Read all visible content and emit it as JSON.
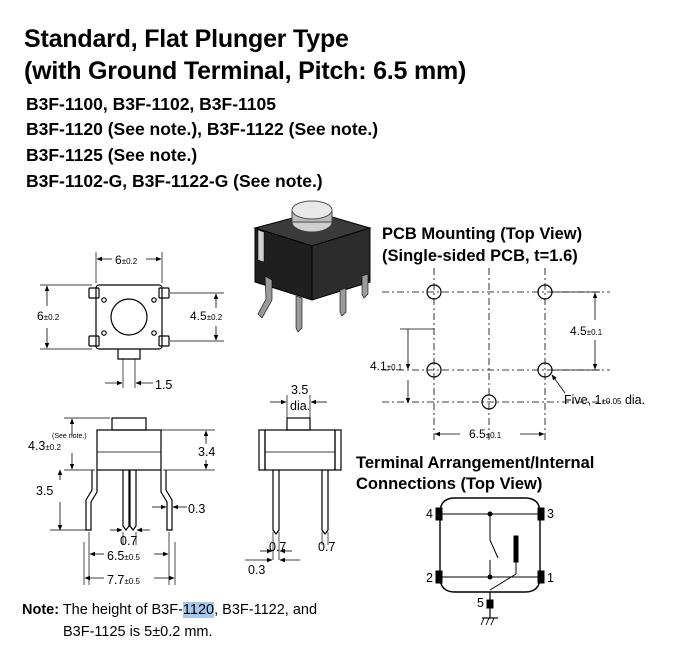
{
  "title": {
    "line1": "Standard, Flat Plunger Type",
    "line2": "(with Ground Terminal, Pitch: 6.5 mm)"
  },
  "models": [
    "B3F-1100, B3F-1102, B3F-1105",
    "B3F-1120 (See note.), B3F-1122 (See note.)",
    "B3F-1125 (See note.)",
    "B3F-1102-G, B3F-1122-G (See note.)"
  ],
  "dimensions": {
    "top_width": "6",
    "top_width_tol": "±0.2",
    "left_height": "6",
    "left_height_tol": "±0.2",
    "right_height": "4.5",
    "right_height_tol": "±0.2",
    "terminal_width": "1.5",
    "see_note": "(See note.)",
    "height": "4.3",
    "height_tol": "±0.2",
    "dim_34": "3.4",
    "dim_35": "3.5",
    "dim_03": "0.3",
    "dim_07": "0.7",
    "pitch": "6.5",
    "pitch_tol": "±0.5",
    "overall": "7.7",
    "overall_tol": "±0.5",
    "side_35": "3.5",
    "side_dia": "dia.",
    "side_07a": "0.7",
    "side_07b": "0.7",
    "side_03": "0.3"
  },
  "pcb": {
    "title1": "PCB Mounting (Top View)",
    "title2": "(Single-sided PCB, t=1.6)",
    "dim_45": "4.5",
    "dim_45_tol": "±0.1",
    "dim_41": "4.1",
    "dim_41_tol": "±0.1",
    "dim_65": "6.5",
    "dim_65_tol": "±0.1",
    "hole_label": "Five, 1",
    "hole_tol": "±0.05",
    "hole_unit": " dia."
  },
  "terminal": {
    "title1": "Terminal Arrangement/Internal",
    "title2": "Connections (Top View)",
    "pins": [
      "4",
      "3",
      "2",
      "1",
      "5"
    ]
  },
  "note": {
    "label": "Note:",
    "text_a": " The height of B3F-",
    "highlight": "1120",
    "text_b": ", B3F-1122, and",
    "line2": "B3F-1125 is 5±0.2 mm."
  }
}
